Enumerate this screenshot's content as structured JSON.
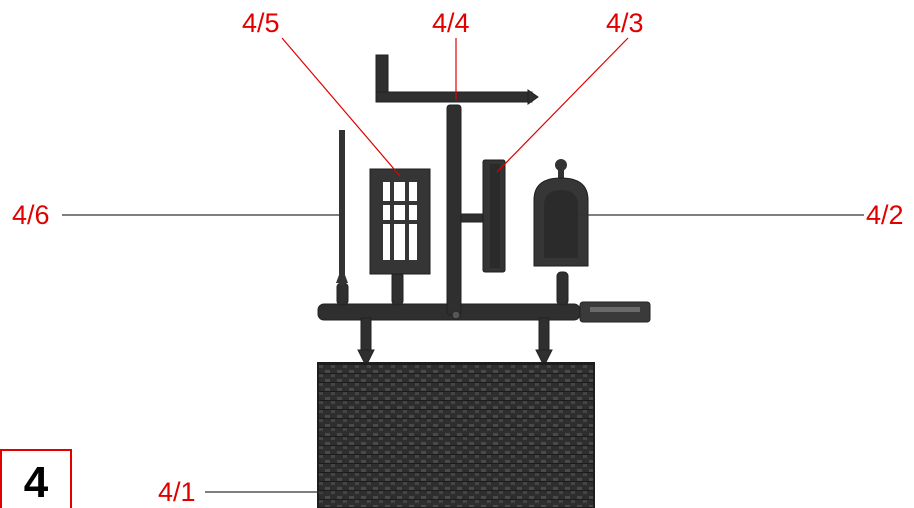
{
  "colors": {
    "accent": "#e00000",
    "part": "#333333",
    "sprue": "#2f2f2f",
    "background": "#ffffff"
  },
  "sheet": {
    "number": "4"
  },
  "callouts": {
    "p41": "4/1",
    "p42": "4/2",
    "p43": "4/3",
    "p44": "4/4",
    "p45": "4/5",
    "p46": "4/6"
  }
}
